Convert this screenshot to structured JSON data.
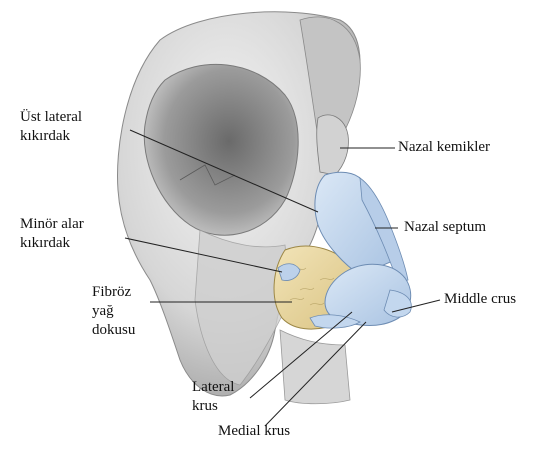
{
  "labels": {
    "ust_lateral": [
      "Üst lateral",
      "kıkırdak"
    ],
    "minor_alar": [
      "Minör alar",
      "kıkırdak"
    ],
    "fibroz": [
      "Fibröz",
      "yağ",
      "dokusu"
    ],
    "nazal_kemikler": "Nazal kemikler",
    "nazal_septum": "Nazal septum",
    "middle_crus": "Middle crus",
    "lateral_krus": [
      "Lateral",
      "krus"
    ],
    "medial_krus": "Medial krus"
  },
  "colors": {
    "bone": "#d9d9d9",
    "cartilage": "#c9dcef",
    "fat": "#ead9a6",
    "leader": "#222222"
  }
}
